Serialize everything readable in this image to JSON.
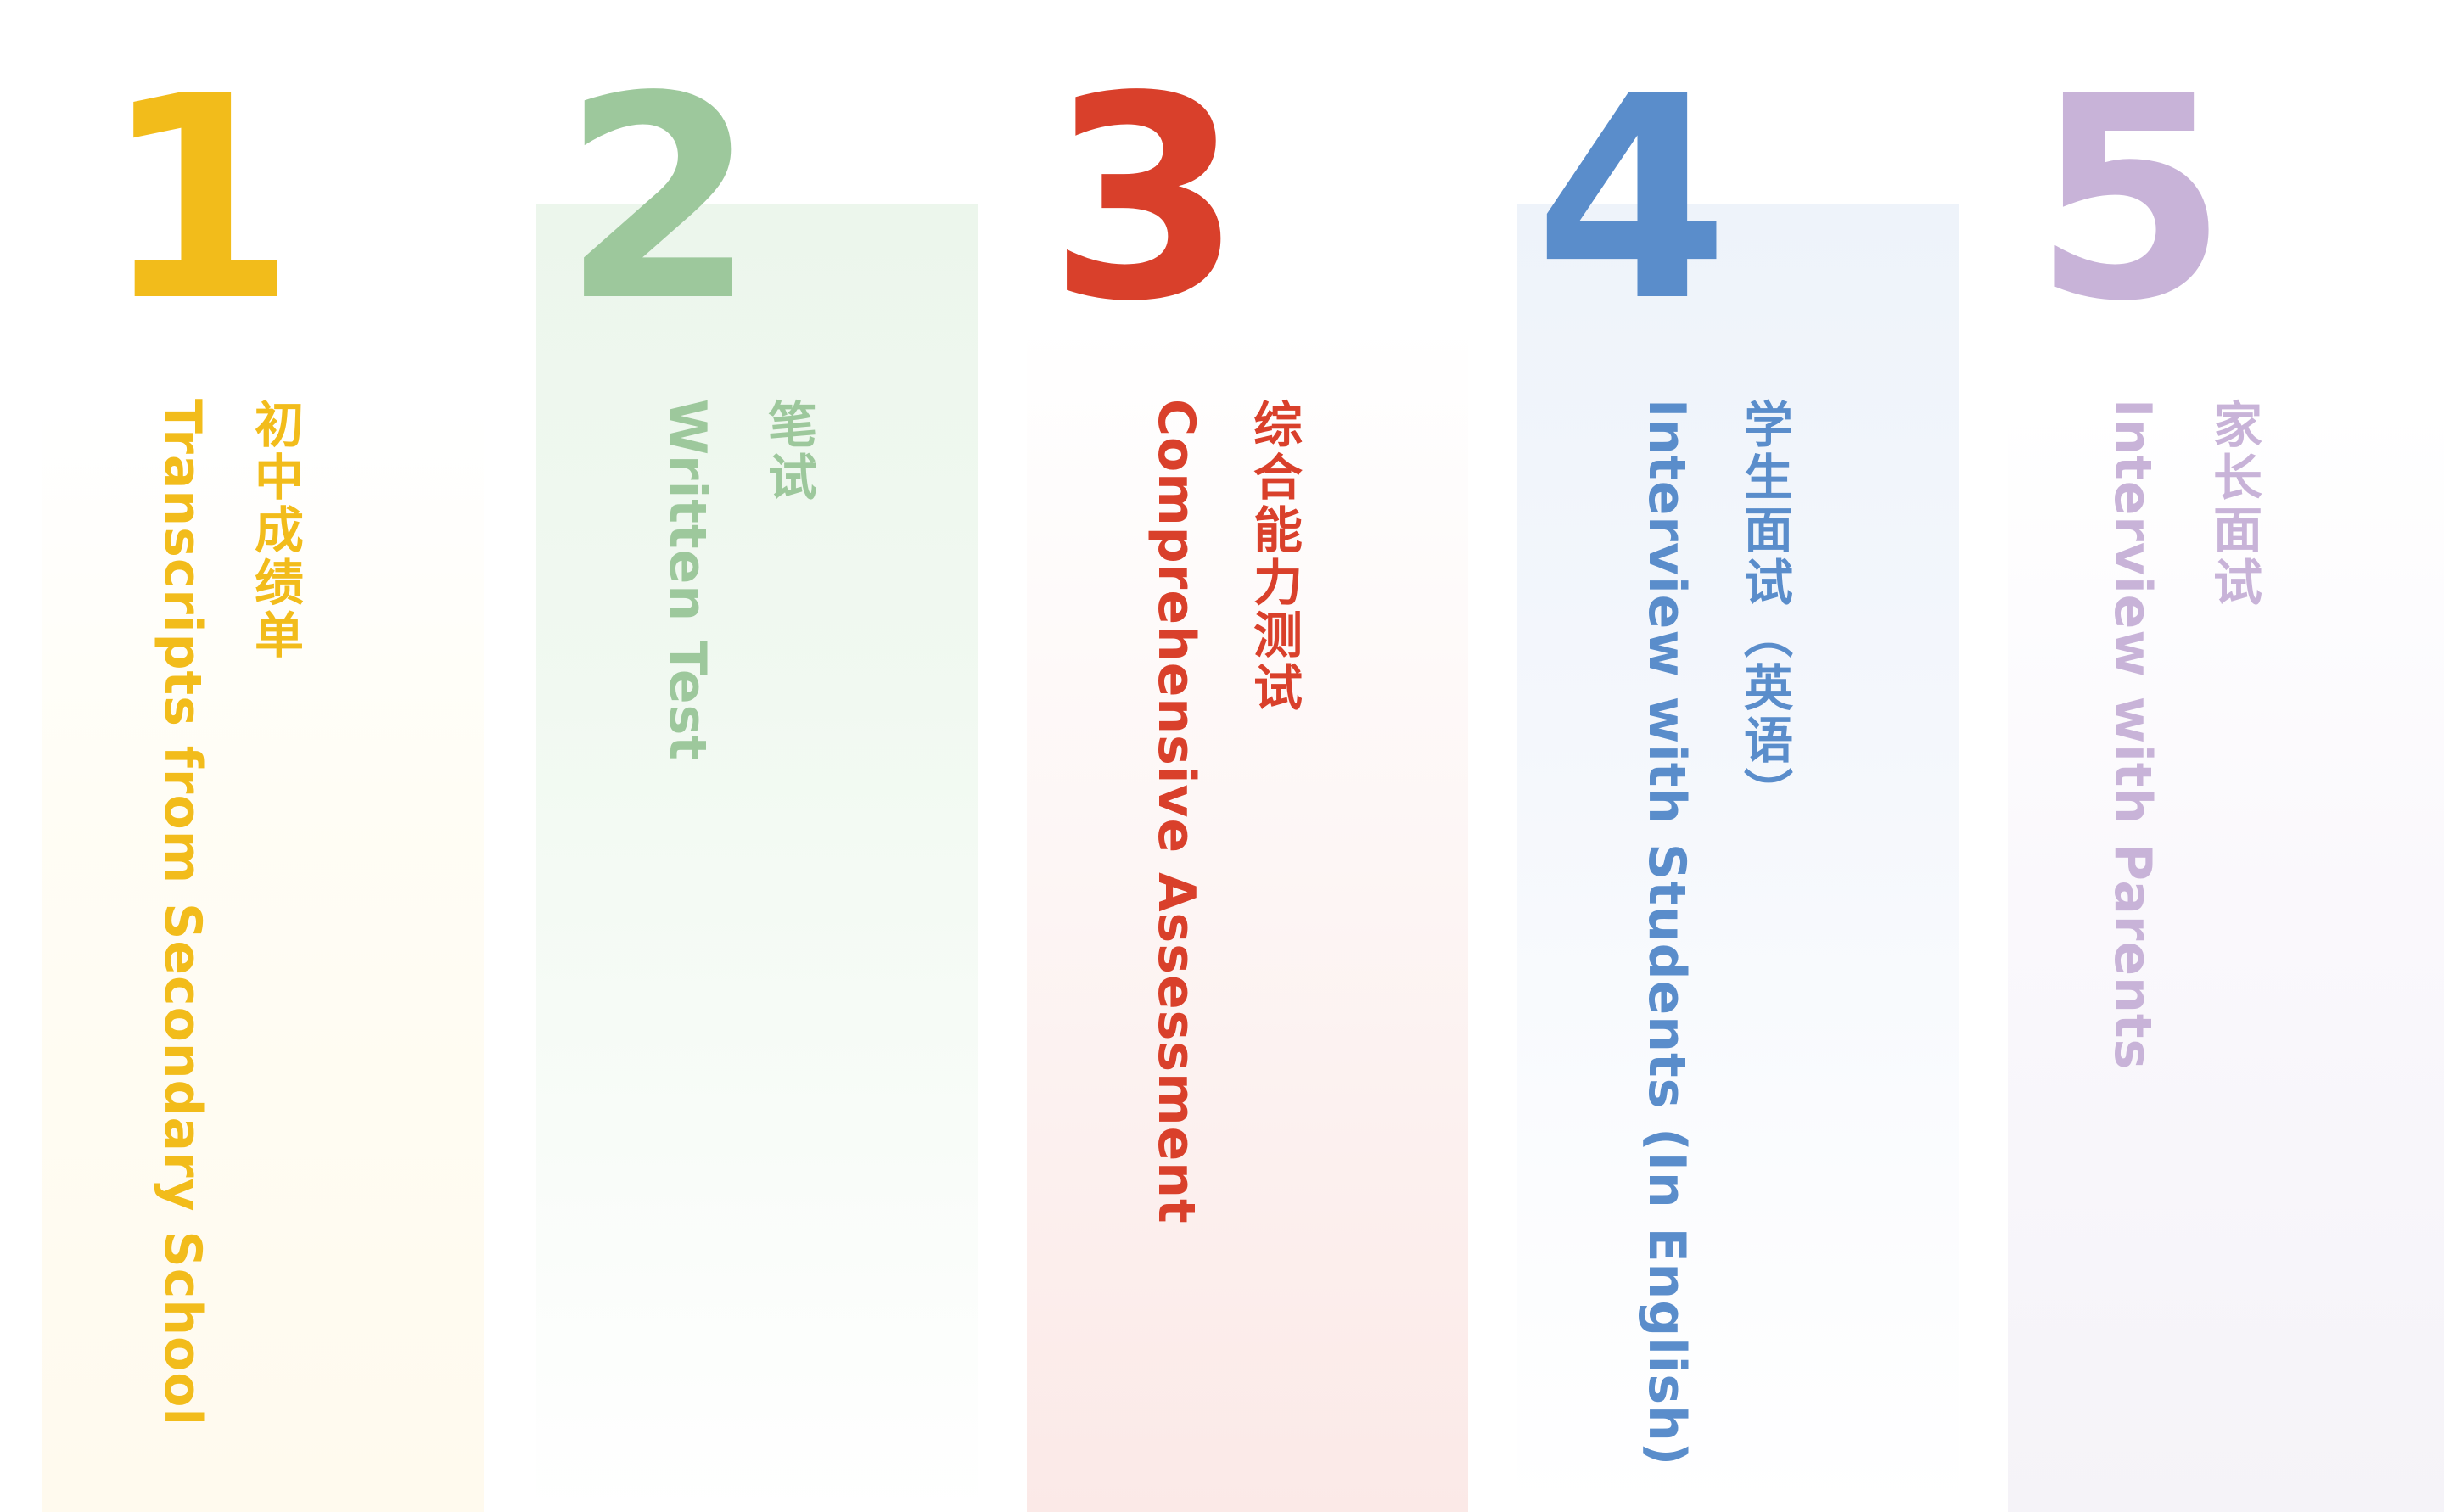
{
  "steps": [
    {
      "number": "1",
      "title_zh": "初中成绩单",
      "title_en": "Transcripts from Secondary School"
    },
    {
      "number": "2",
      "title_zh": "笔试",
      "title_en": "Written Test"
    },
    {
      "number": "3",
      "title_zh": "综合能力测试",
      "title_en": "Comprehensive Assessment"
    },
    {
      "number": "4",
      "title_zh": "学生面试（英语）",
      "title_en": "Interview with Students (In English)"
    },
    {
      "number": "5",
      "title_zh": "家长面试",
      "title_en": "Interview with Parents"
    }
  ],
  "colors": {
    "step1": "#f2bc1b",
    "step2": "#9dc89c",
    "step3": "#d9402b",
    "step4": "#5a8dcb",
    "step5": "#c8b3d8"
  }
}
